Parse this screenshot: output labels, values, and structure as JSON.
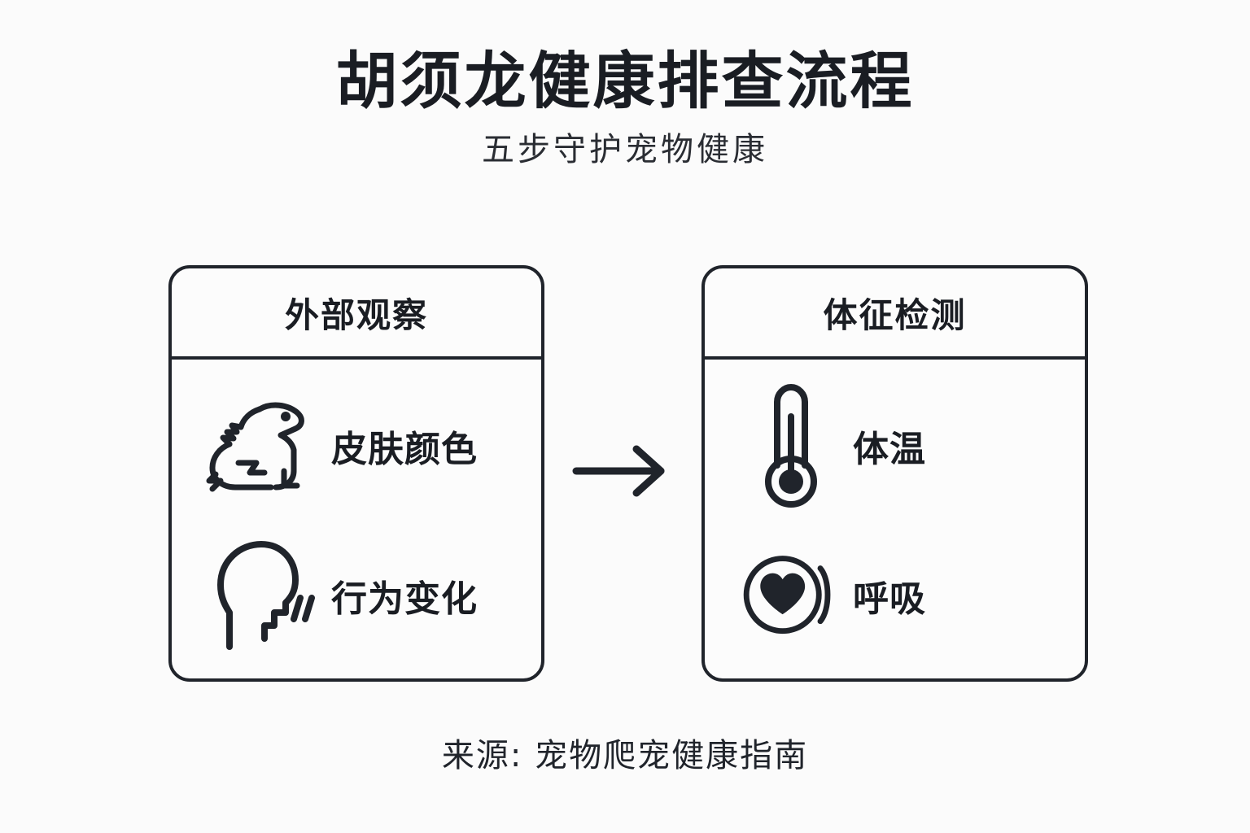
{
  "header": {
    "title": "胡须龙健康排查流程",
    "subtitle": "五步守护宠物健康"
  },
  "flow": {
    "connector": {
      "icon": "arrow-right-icon",
      "direction": "right"
    },
    "cards": [
      {
        "id": "external-observation",
        "title": "外部观察",
        "items": [
          {
            "icon": "lizard-icon",
            "label": "皮肤颜色"
          },
          {
            "icon": "speaking-head-icon",
            "label": "行为变化"
          }
        ]
      },
      {
        "id": "vital-signs",
        "title": "体征检测",
        "items": [
          {
            "icon": "thermometer-icon",
            "label": "体温"
          },
          {
            "icon": "heartbeat-circle-icon",
            "label": "呼吸"
          }
        ]
      }
    ]
  },
  "footer": {
    "source": "来源: 宠物爬宠健康指南"
  },
  "colors": {
    "background": "#fbfbfb",
    "ink": "#1a1d23",
    "stroke": "#20242b",
    "card_fill": "#fcfcfc"
  }
}
